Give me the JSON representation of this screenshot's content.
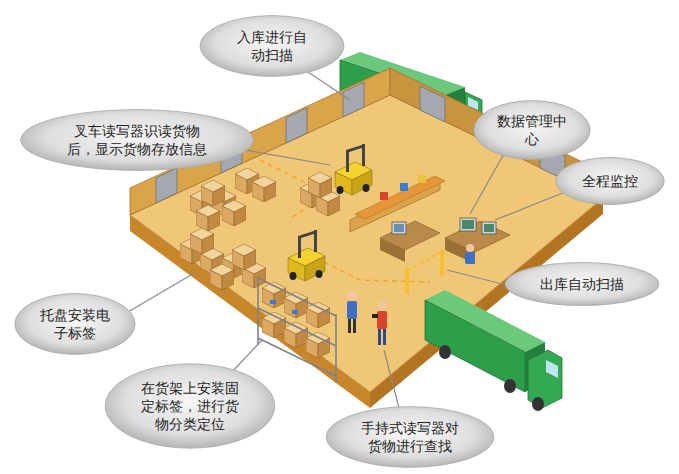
{
  "diagram": {
    "nodes": [
      {
        "text": [
          "入库进行自动扫描"
        ]
      },
      {
        "text": [
          "数据管理中心"
        ]
      },
      {
        "text": [
          "叉车读写器识读货物后，显示货物存放信息"
        ]
      },
      {
        "text": [
          "全程监控"
        ]
      },
      {
        "text": [
          "出库自动扫描"
        ]
      },
      {
        "text": [
          "托盘安装电子标签"
        ]
      },
      {
        "text": [
          "在货架上安装固定标签，进行货物分类定位"
        ]
      },
      {
        "text": [
          "手持式读写器对货物进行查找"
        ]
      }
    ]
  }
}
